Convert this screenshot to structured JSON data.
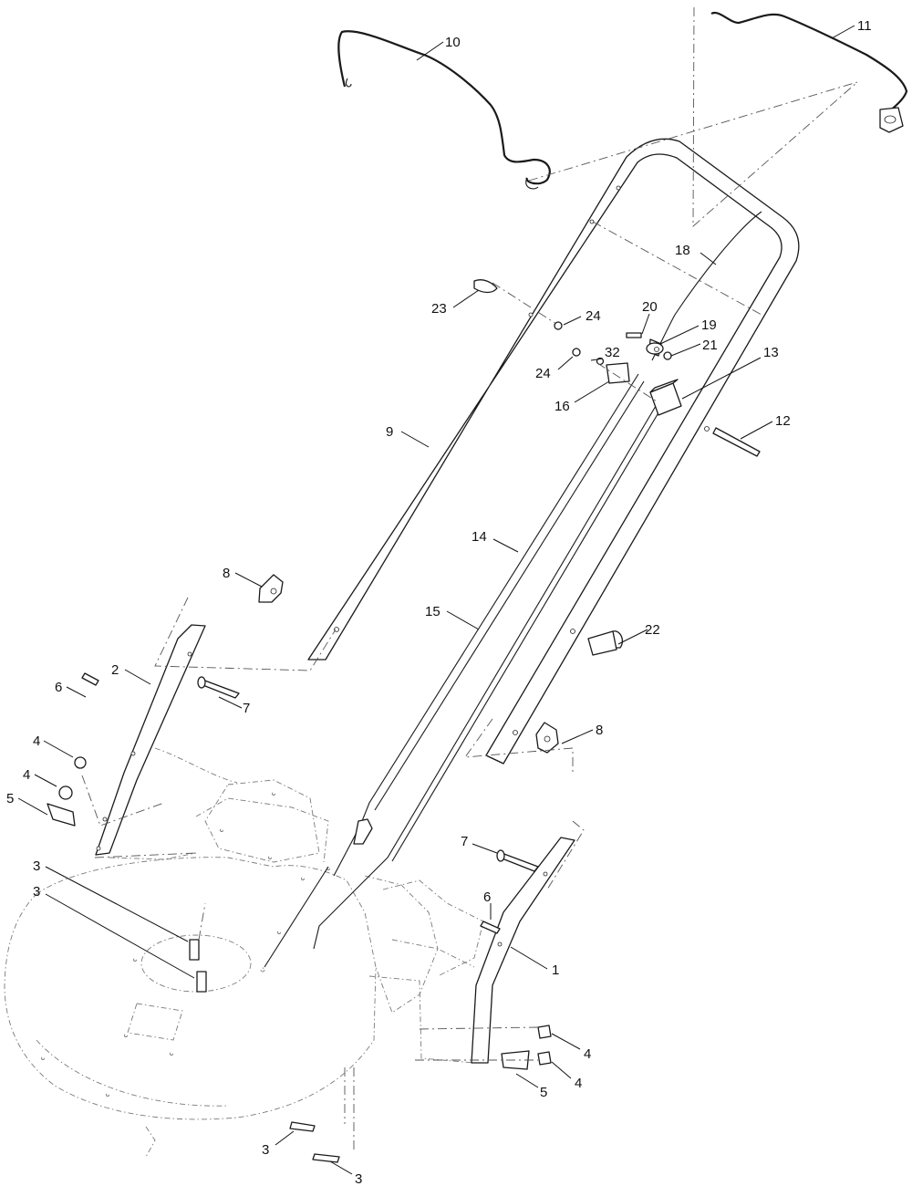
{
  "callouts": [
    {
      "id": "c-10",
      "text": "10"
    },
    {
      "id": "c-11",
      "text": "11"
    },
    {
      "id": "c-18",
      "text": "18"
    },
    {
      "id": "c-23",
      "text": "23"
    },
    {
      "id": "c-24a",
      "text": "24"
    },
    {
      "id": "c-20",
      "text": "20"
    },
    {
      "id": "c-19",
      "text": "19"
    },
    {
      "id": "c-21",
      "text": "21"
    },
    {
      "id": "c-13",
      "text": "13"
    },
    {
      "id": "c-24b",
      "text": "24"
    },
    {
      "id": "c-32",
      "text": "32"
    },
    {
      "id": "c-16",
      "text": "16"
    },
    {
      "id": "c-12",
      "text": "12"
    },
    {
      "id": "c-9",
      "text": "9"
    },
    {
      "id": "c-14",
      "text": "14"
    },
    {
      "id": "c-8a",
      "text": "8"
    },
    {
      "id": "c-15",
      "text": "15"
    },
    {
      "id": "c-22",
      "text": "22"
    },
    {
      "id": "c-2",
      "text": "2"
    },
    {
      "id": "c-6a",
      "text": "6"
    },
    {
      "id": "c-7a",
      "text": "7"
    },
    {
      "id": "c-8b",
      "text": "8"
    },
    {
      "id": "c-4a",
      "text": "4"
    },
    {
      "id": "c-4b",
      "text": "4"
    },
    {
      "id": "c-5a",
      "text": "5"
    },
    {
      "id": "c-7b",
      "text": "7"
    },
    {
      "id": "c-3a",
      "text": "3"
    },
    {
      "id": "c-3b",
      "text": "3"
    },
    {
      "id": "c-6b",
      "text": "6"
    },
    {
      "id": "c-1",
      "text": "1"
    },
    {
      "id": "c-4c",
      "text": "4"
    },
    {
      "id": "c-4d",
      "text": "4"
    },
    {
      "id": "c-5b",
      "text": "5"
    },
    {
      "id": "c-3c",
      "text": "3"
    },
    {
      "id": "c-3d",
      "text": "3"
    }
  ]
}
